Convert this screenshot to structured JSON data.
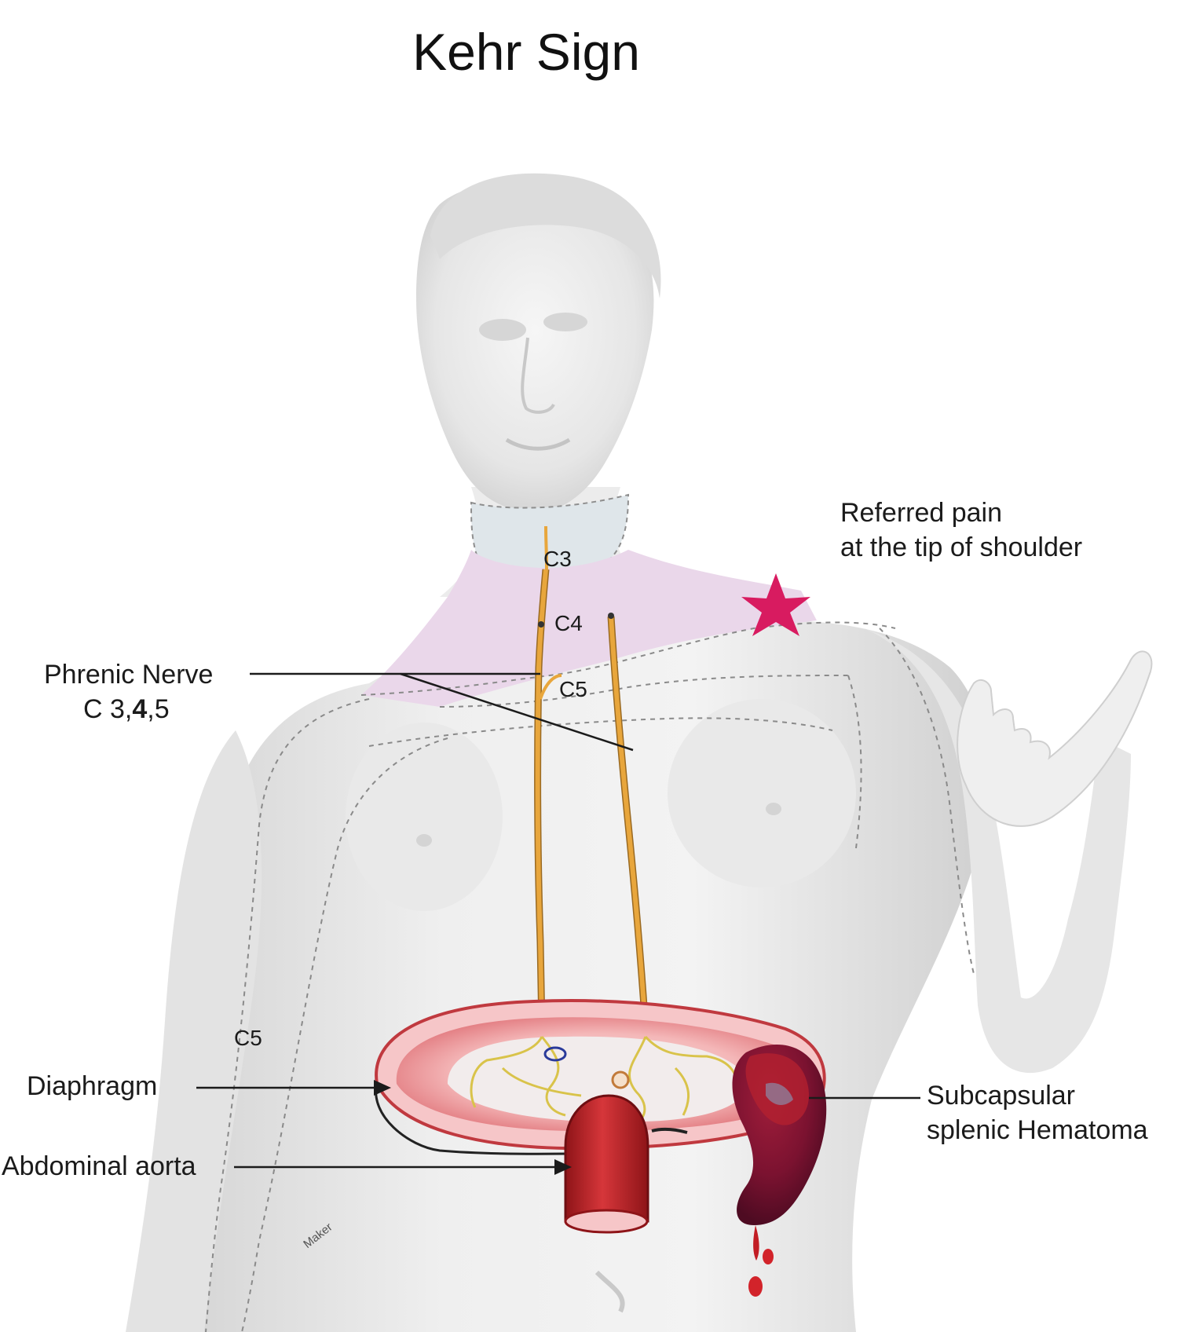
{
  "title": "Kehr Sign",
  "labels": {
    "referred_pain": [
      "Referred pain",
      "at the tip of shoulder"
    ],
    "phrenic_nerve": [
      "Phrenic Nerve",
      "C 3,"
    ],
    "phrenic_bold": "4",
    "phrenic_tail": ",5",
    "c3": "C3",
    "c4": "C4",
    "c5_neck": "C5",
    "c5_arm": "C5",
    "diaphragm": "Diaphragm",
    "abdominal_aorta": "Abdominal aorta",
    "hematoma": [
      "Subcapsular",
      "splenic Hematoma"
    ],
    "watermark": "Maker"
  },
  "colors": {
    "neck_band": "#dfe6ea",
    "dermatome_band": "#ead7ea",
    "star": "#d81b60",
    "nerve": "#e8a63c",
    "diaphragm": "#f2a3a6",
    "aorta": "#c2272d",
    "hematoma": "#7b1230"
  }
}
